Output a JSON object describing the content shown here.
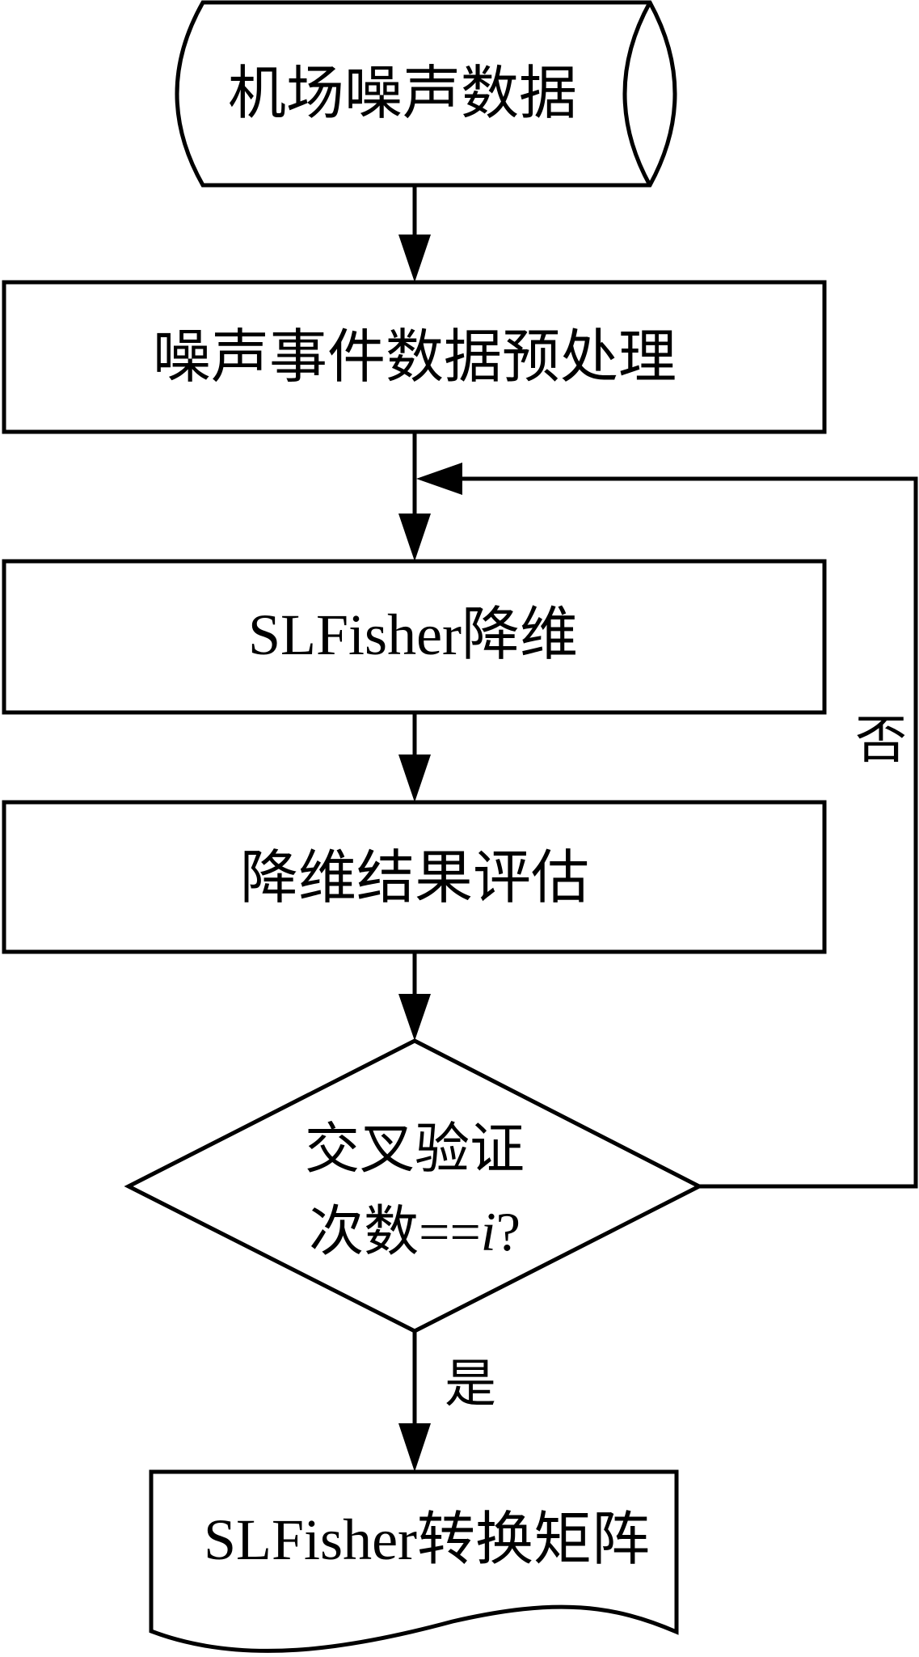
{
  "diagram": {
    "type": "flowchart",
    "colors": {
      "stroke": "#000000",
      "fill": "#ffffff",
      "text": "#000000"
    },
    "nodes": {
      "source": {
        "shape": "stored-data",
        "label": "机场噪声数据"
      },
      "preprocess": {
        "shape": "process",
        "label": "噪声事件数据预处理"
      },
      "reduce": {
        "shape": "process",
        "label": "SLFisher降维"
      },
      "evaluate": {
        "shape": "process",
        "label": "降维结果评估"
      },
      "decision": {
        "shape": "decision",
        "line1": "交叉验证",
        "line2_prefix": "次数==",
        "line2_var": "i",
        "line2_suffix": "?"
      },
      "output": {
        "shape": "document",
        "label": "SLFisher转换矩阵"
      }
    },
    "edges": [
      {
        "from": "source",
        "to": "preprocess",
        "label": ""
      },
      {
        "from": "preprocess",
        "to": "reduce",
        "label": ""
      },
      {
        "from": "reduce",
        "to": "evaluate",
        "label": ""
      },
      {
        "from": "evaluate",
        "to": "decision",
        "label": ""
      },
      {
        "from": "decision",
        "to": "output",
        "label": "是"
      },
      {
        "from": "decision",
        "to": "reduce",
        "label": "否"
      }
    ],
    "labels": {
      "yes": "是",
      "no": "否"
    }
  }
}
